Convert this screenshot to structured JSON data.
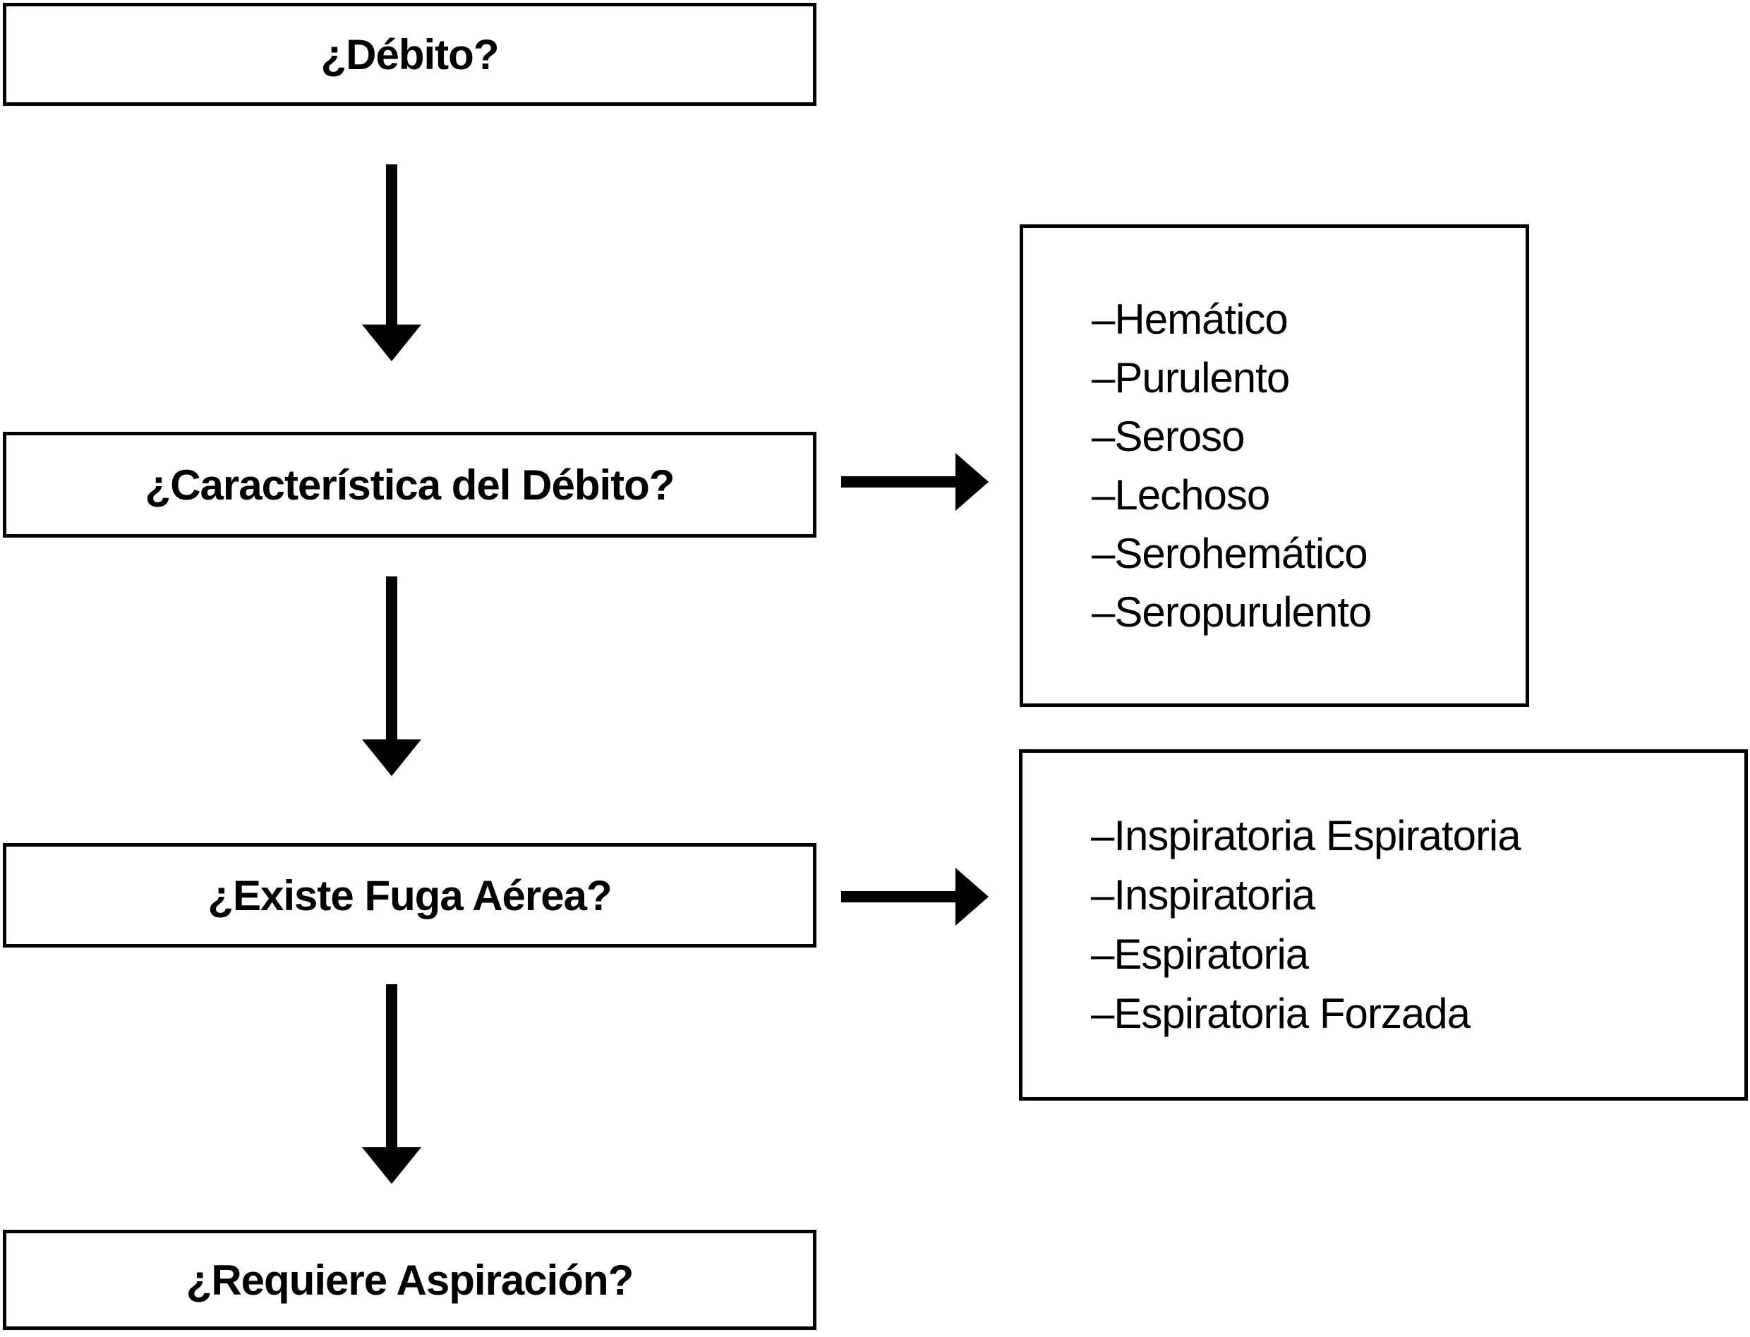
{
  "flowchart": {
    "nodes": [
      {
        "id": "debito",
        "label": "¿Débito?"
      },
      {
        "id": "caracteristica_debito",
        "label": "¿Característica del Débito?"
      },
      {
        "id": "fuga_aerea",
        "label": "¿Existe Fuga Aérea?"
      },
      {
        "id": "aspiracion",
        "label": "¿Requiere Aspiración?"
      }
    ],
    "side_lists": [
      {
        "id": "caracteristicas_debito",
        "items": [
          "–Hemático",
          "–Purulento",
          "–Seroso",
          "–Lechoso",
          "–Serohemático",
          "–Seropurulento"
        ]
      },
      {
        "id": "tipos_fuga_aerea",
        "items": [
          "–Inspiratoria Espiratoria",
          "–Inspiratoria",
          "–Espiratoria",
          "–Espiratoria Forzada"
        ]
      }
    ],
    "connections": [
      {
        "from": "debito",
        "to": "caracteristica_debito",
        "direction": "down"
      },
      {
        "from": "caracteristica_debito",
        "to": "caracteristicas_debito",
        "direction": "right"
      },
      {
        "from": "caracteristica_debito",
        "to": "fuga_aerea",
        "direction": "down"
      },
      {
        "from": "fuga_aerea",
        "to": "tipos_fuga_aerea",
        "direction": "right"
      },
      {
        "from": "fuga_aerea",
        "to": "aspiracion",
        "direction": "down"
      }
    ],
    "colors": {
      "stroke": "#000000",
      "background": "#ffffff",
      "text": "#000000"
    }
  }
}
